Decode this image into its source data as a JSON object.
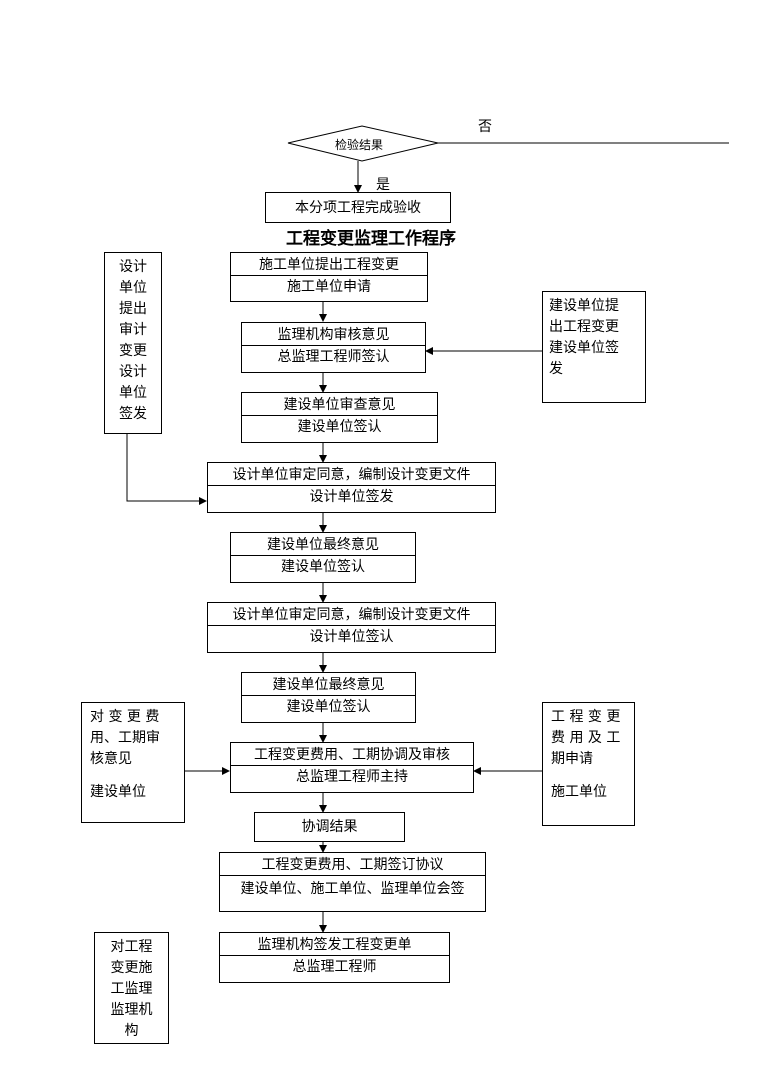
{
  "top": {
    "decision": "检验结果",
    "no_label": "否",
    "yes_label": "是",
    "complete": "本分项工程完成验收"
  },
  "title": "工程变更监理工作程序",
  "steps": [
    {
      "line1": "施工单位提出工程变更",
      "line2": "施工单位申请"
    },
    {
      "line1": "监理机构审核意见",
      "line2": "总监理工程师签认"
    },
    {
      "line1": "建设单位审查意见",
      "line2": "建设单位签认"
    },
    {
      "line1": "设计单位审定同意，编制设计变更文件",
      "line2": "设计单位签发"
    },
    {
      "line1": "建设单位最终意见",
      "line2": "建设单位签认"
    },
    {
      "line1": "设计单位审定同意，编制设计变更文件",
      "line2": "设计单位签认"
    },
    {
      "line1": "建设单位最终意见",
      "line2": "建设单位签认"
    },
    {
      "line1": "工程变更费用、工期协调及审核",
      "line2": "总监理工程师主持"
    },
    {
      "line1": "协调结果",
      "line2": ""
    },
    {
      "line1": "工程变更费用、工期签订协议",
      "line2": "建设单位、施工单位、监理单位会签"
    },
    {
      "line1": "监理机构签发工程变更单",
      "line2": "总监理工程师"
    }
  ],
  "side_left_1": [
    "设计",
    "单位",
    "提出",
    "审计",
    "变更",
    "设计",
    "单位",
    "签发"
  ],
  "side_right_1": [
    "建设单位提",
    "出工程变更",
    "建设单位签",
    "发"
  ],
  "side_left_2": {
    "lines": [
      "对 变 更 费",
      "用、工期审",
      "核意见"
    ],
    "footer": "建设单位"
  },
  "side_right_2": {
    "lines": [
      "工 程 变 更",
      "费 用 及 工",
      "期申请"
    ],
    "footer": "施工单位"
  },
  "side_left_3": [
    "对工程",
    "变更施",
    "工监理",
    "监理机",
    "构"
  ]
}
